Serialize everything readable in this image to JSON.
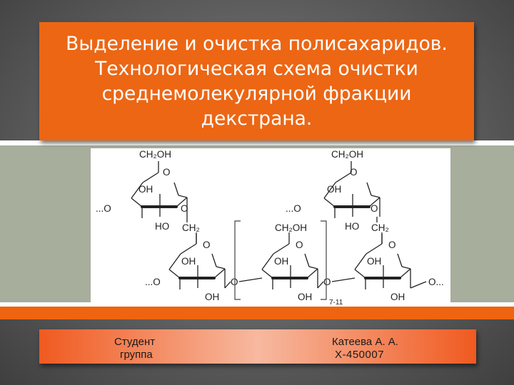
{
  "slide": {
    "title": "Выделение и очистка полисахаридов. Технологическая схема очистки среднемолекулярной фракции декстрана."
  },
  "structure": {
    "label_ch2oh": "CH₂OH",
    "label_oh": "OH",
    "label_ho": "HO",
    "label_o": "O",
    "label_ch2": "CH₂",
    "label_ellipsis_o": "...O",
    "label_o_ellipsis": "O...",
    "repeat_count": "7-11"
  },
  "footer": {
    "student_label": "Студент",
    "group_label": "группа",
    "student_name": "Катеева А. А.",
    "group_value": "Х-450007"
  },
  "colors": {
    "accent_orange": "#ec6614",
    "band_olive": "#a7ae9c",
    "background": "#5e5e5e"
  }
}
